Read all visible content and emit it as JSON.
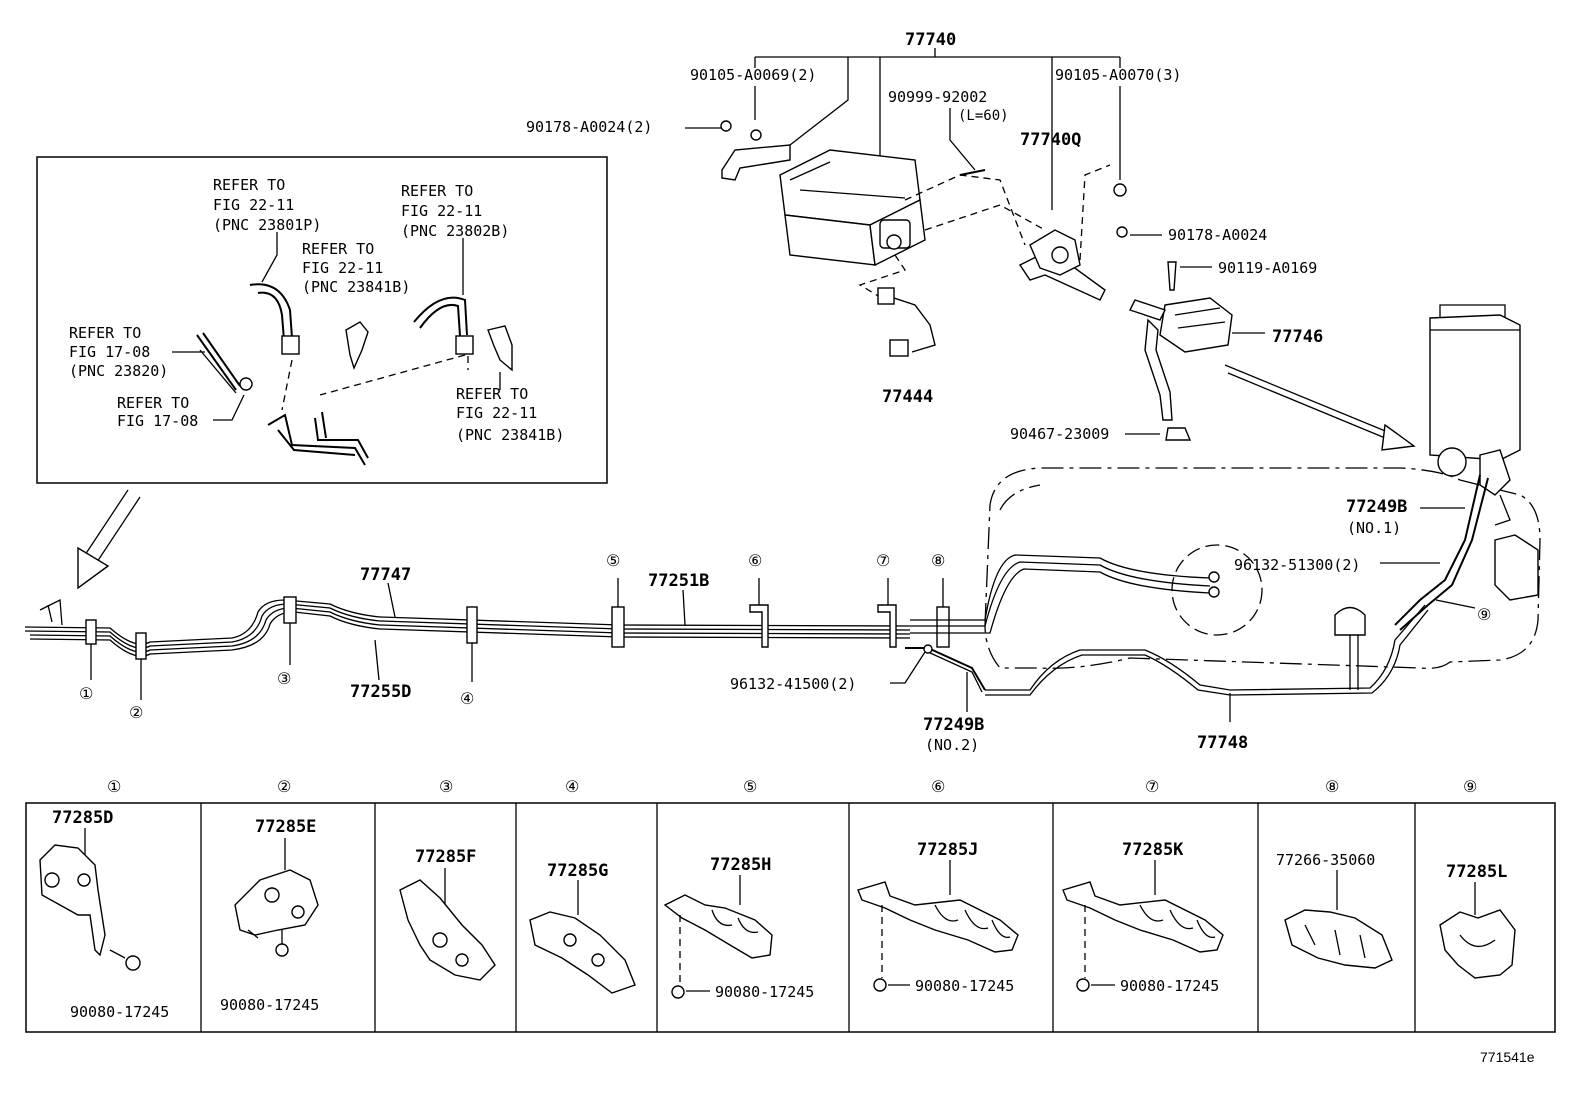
{
  "labels": {
    "p77740": "77740",
    "p90105_a0069": "90105-A0069(2)",
    "p90105_a0070": "90105-A0070(3)",
    "p90178_a0024_2": "90178-A0024(2)",
    "p90999_92002": "90999-92002",
    "p90999_len": "(L=60)",
    "p77740q": "77740Q",
    "p90178_a0024": "90178-A0024",
    "p90119_a0169": "90119-A0169",
    "p77746": "77746",
    "p77444": "77444",
    "p90467_23009": "90467-23009",
    "p77249b_1": "77249B",
    "p77249b_1_note": "(NO.1)",
    "p96132_51300": "96132-51300(2)",
    "p77747": "77747",
    "p77251b": "77251B",
    "p77255d": "77255D",
    "p96132_41500": "96132-41500(2)",
    "p77249b_2": "77249B",
    "p77249b_2_note": "(NO.2)",
    "p77748": "77748"
  },
  "inset": {
    "ref1": [
      "REFER TO",
      "FIG 22-11",
      "(PNC 23801P)"
    ],
    "ref2": [
      "REFER TO",
      "FIG 22-11",
      "(PNC 23802B)"
    ],
    "ref3": [
      "REFER TO",
      "FIG 22-11",
      "(PNC 23841B)"
    ],
    "ref4": [
      "REFER TO",
      "FIG 17-08",
      "(PNC 23820)"
    ],
    "ref5": [
      "REFER TO",
      "FIG 17-08"
    ],
    "ref6": [
      "REFER TO",
      "FIG 22-11",
      "(PNC 23841B)"
    ]
  },
  "callouts": [
    "①",
    "②",
    "③",
    "④",
    "⑤",
    "⑥",
    "⑦",
    "⑧",
    "⑨"
  ],
  "clamps": [
    {
      "index": "①",
      "part": "77285D",
      "sub": "90080-17245"
    },
    {
      "index": "②",
      "part": "77285E",
      "sub": "90080-17245"
    },
    {
      "index": "③",
      "part": "77285F",
      "sub": ""
    },
    {
      "index": "④",
      "part": "77285G",
      "sub": ""
    },
    {
      "index": "⑤",
      "part": "77285H",
      "sub": "90080-17245"
    },
    {
      "index": "⑥",
      "part": "77285J",
      "sub": "90080-17245"
    },
    {
      "index": "⑦",
      "part": "77285K",
      "sub": "90080-17245"
    },
    {
      "index": "⑧",
      "part": "77266-35060",
      "sub": ""
    },
    {
      "index": "⑨",
      "part": "77285L",
      "sub": ""
    }
  ],
  "figure_code": "771541e"
}
